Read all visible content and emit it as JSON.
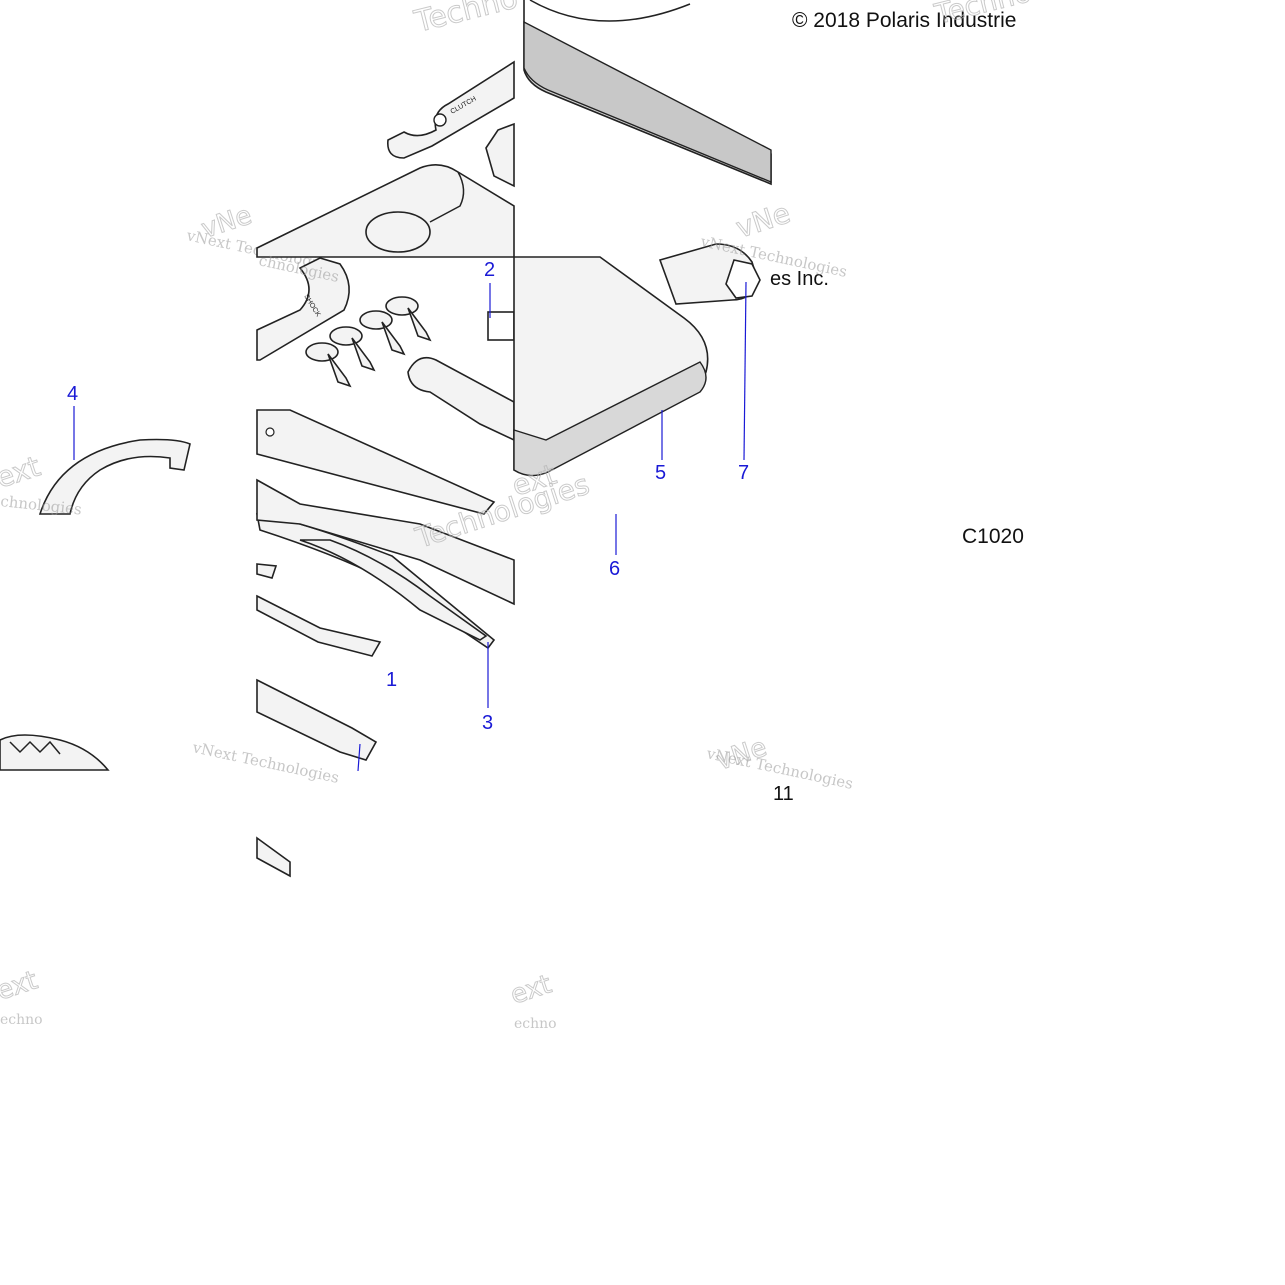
{
  "copyright": "© 2018 Polaris Industrie",
  "copyright_fragment": "es Inc.",
  "figure_code": "C1020",
  "page_number": "11",
  "watermark": {
    "company": "vNext Technologies",
    "fragments": [
      "Techno",
      "vNe",
      "ext",
      "chnologies",
      "Technologies",
      "echno"
    ]
  },
  "tool_labels": {
    "clutch": "CLUTCH",
    "shock": "SHOCK"
  },
  "callouts": [
    {
      "id": "1",
      "label": "1"
    },
    {
      "id": "2",
      "label": "2"
    },
    {
      "id": "3",
      "label": "3"
    },
    {
      "id": "4",
      "label": "4"
    },
    {
      "id": "5",
      "label": "5"
    },
    {
      "id": "6",
      "label": "6"
    },
    {
      "id": "7",
      "label": "7"
    }
  ],
  "colors": {
    "callout": "#1a1ad6",
    "ink": "#111111",
    "part_fill": "#f3f3f3",
    "shade": "#d4d4d4"
  }
}
